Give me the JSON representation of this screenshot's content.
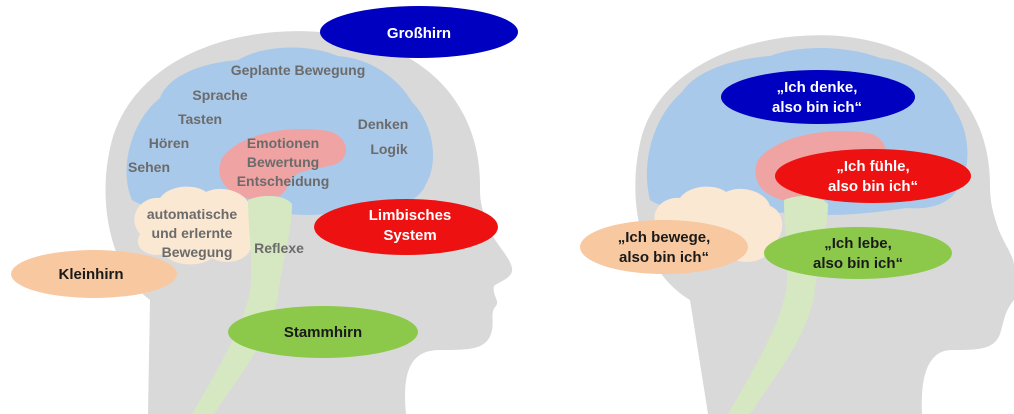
{
  "left_diagram": {
    "bubbles": {
      "cerebrum": "Großhirn",
      "limbic_line1": "Limbisches",
      "limbic_line2": "System",
      "cerebellum": "Kleinhirn",
      "brainstem": "Stammhirn"
    },
    "functions": {
      "planned_movement": "Geplante Bewegung",
      "speech": "Sprache",
      "touch": "Tasten",
      "hearing": "Hören",
      "seeing": "Sehen",
      "thinking": "Denken",
      "logic": "Logik",
      "emotions": "Emotionen",
      "evaluation": "Bewertung",
      "decision": "Entscheidung",
      "automatic_line1": "automatische",
      "automatic_line2": "und erlernte",
      "automatic_line3": "Bewegung",
      "reflexes": "Reflexe"
    }
  },
  "right_diagram": {
    "think_line1": "„Ich denke,",
    "think_line2": "also bin ich“",
    "feel_line1": "„Ich fühle,",
    "feel_line2": "also bin ich“",
    "move_line1": "„Ich bewege,",
    "move_line2": "also bin ich“",
    "live_line1": "„Ich lebe,",
    "live_line2": "also bin ich“"
  },
  "colors": {
    "head": "#d9d9d9",
    "cerebrum": "#a9c9ea",
    "limbic": "#efa3a3",
    "cerebellum": "#fbe8d2",
    "brainstem": "#d6e8c2",
    "bubble_blue": "#0000c0",
    "bubble_red": "#ee1111",
    "bubble_peach": "#f8c8a0",
    "bubble_green": "#8cc94a"
  }
}
